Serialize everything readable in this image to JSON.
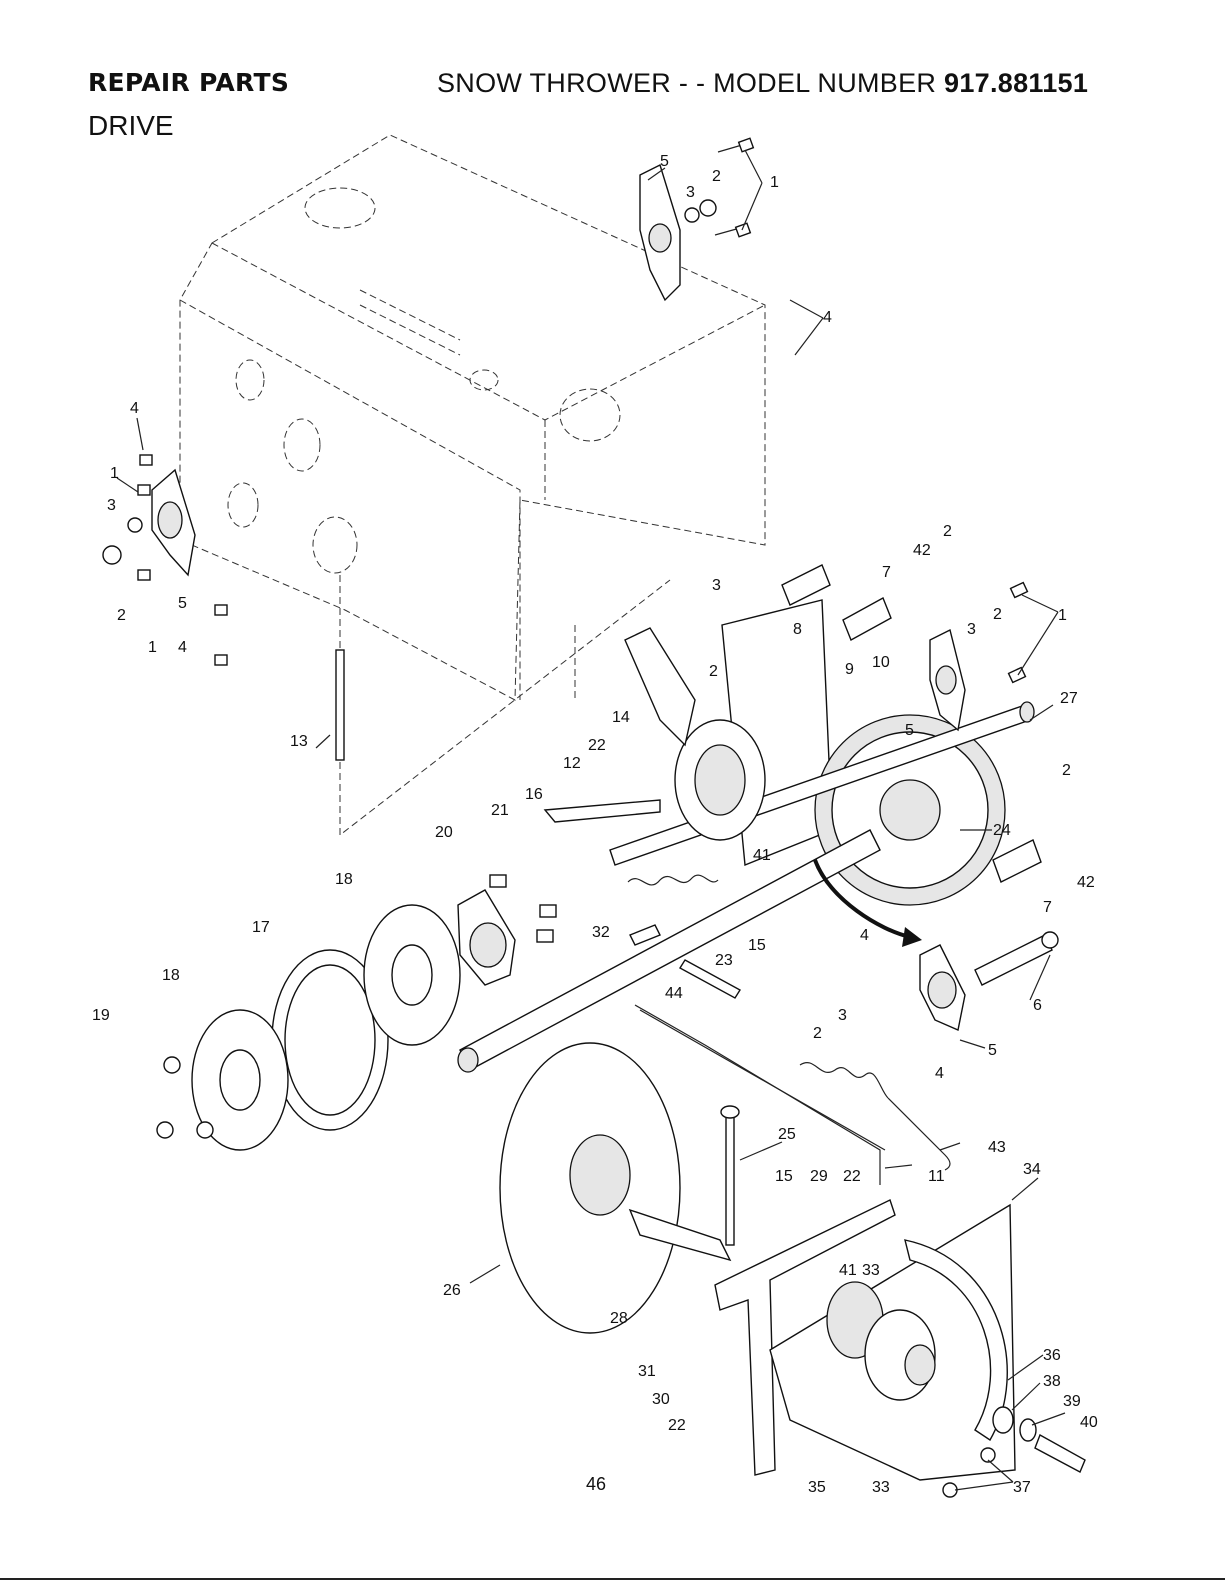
{
  "header": {
    "left": "REPAIR PARTS",
    "right_prefix": "SNOW THROWER - - MODEL NUMBER",
    "model_number": "917.881151"
  },
  "section_title": "DRIVE",
  "page_number": "46",
  "callouts": [
    "1",
    "2",
    "3",
    "4",
    "5",
    "6",
    "7",
    "8",
    "9",
    "10",
    "11",
    "12",
    "13",
    "14",
    "15",
    "16",
    "17",
    "18",
    "19",
    "20",
    "21",
    "22",
    "23",
    "24",
    "25",
    "26",
    "27",
    "28",
    "29",
    "30",
    "31",
    "32",
    "33",
    "34",
    "35",
    "36",
    "37",
    "38",
    "39",
    "40",
    "41",
    "42",
    "43",
    "44"
  ]
}
